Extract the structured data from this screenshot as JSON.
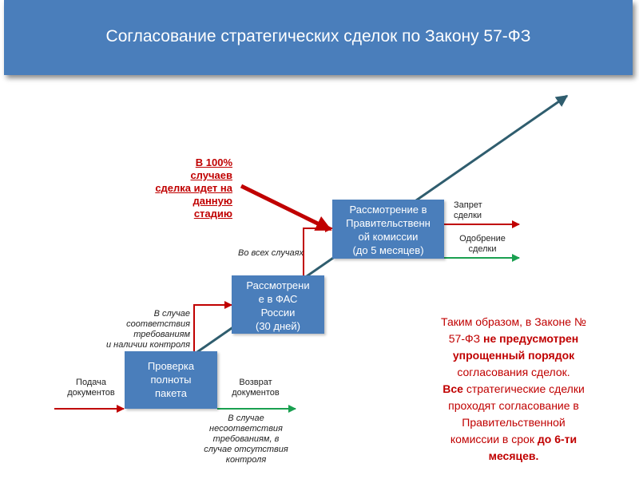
{
  "header": {
    "title": "Согласование стратегических сделок по Закону 57-ФЗ"
  },
  "boxes": {
    "check": [
      "Проверка",
      "полноты",
      "пакета"
    ],
    "fas": [
      "Рассмотрени",
      "е в ФАС",
      "России",
      "(30 дней)"
    ],
    "gov": [
      "Рассмотрение в",
      "Правительственн",
      "ой комиссии",
      "(до 5 месяцев)"
    ]
  },
  "labels": {
    "submit": [
      "Подача",
      "документов"
    ],
    "return": [
      "Возврат",
      "документов"
    ],
    "compliance": [
      "В случае",
      "соответствия",
      "требованиям",
      "и наличии контроля"
    ],
    "noncompliance": [
      "В случае",
      "несоответствия",
      "требованиям, в",
      "случае отсутствия",
      "контроля"
    ],
    "all_cases": "Во всех случаях",
    "ban": [
      "Запрет",
      "сделки"
    ],
    "approve": [
      "Одобрение",
      "сделки"
    ],
    "red_note": [
      "В 100%",
      "случаев",
      "сделка идет на",
      "данную",
      "стадию"
    ]
  },
  "conclusion": {
    "p1": "Таким образом, в Законе №",
    "p2": "57-ФЗ",
    "p3": "не предусмотрен",
    "p4": "упрощенный порядок",
    "p5": "согласования сделок.",
    "p6": "Все",
    "p7": "стратегические сделки",
    "p8": "проходят согласование в",
    "p9": "Правительственной",
    "p10": "комиссии в срок",
    "p11": "до 6-ти",
    "p12": "месяцев."
  },
  "colors": {
    "header": "#4a7ebb",
    "box": "#4a7ebb",
    "red": "#c00000",
    "green": "#1aa050",
    "teal": "#2f5d6e"
  }
}
